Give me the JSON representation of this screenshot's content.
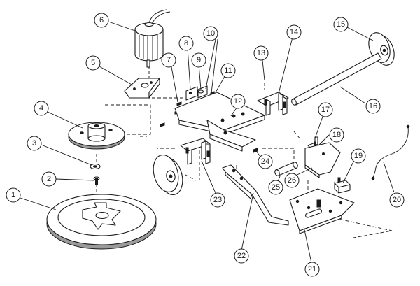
{
  "callouts": [
    {
      "id": "c1",
      "label": "1"
    },
    {
      "id": "c2",
      "label": "2"
    },
    {
      "id": "c3",
      "label": "3"
    },
    {
      "id": "c4",
      "label": "4"
    },
    {
      "id": "c5",
      "label": "5"
    },
    {
      "id": "c6",
      "label": "6"
    },
    {
      "id": "c7",
      "label": "7"
    },
    {
      "id": "c8",
      "label": "8"
    },
    {
      "id": "c9",
      "label": "9"
    },
    {
      "id": "c10",
      "label": "10"
    },
    {
      "id": "c11",
      "label": "11"
    },
    {
      "id": "c12",
      "label": "12"
    },
    {
      "id": "c13",
      "label": "13"
    },
    {
      "id": "c14",
      "label": "14"
    },
    {
      "id": "c15",
      "label": "15"
    },
    {
      "id": "c16",
      "label": "16"
    },
    {
      "id": "c17",
      "label": "17"
    },
    {
      "id": "c18",
      "label": "18"
    },
    {
      "id": "c19",
      "label": "19"
    },
    {
      "id": "c20",
      "label": "20"
    },
    {
      "id": "c21",
      "label": "21"
    },
    {
      "id": "c22",
      "label": "22"
    },
    {
      "id": "c23",
      "label": "23"
    },
    {
      "id": "c24",
      "label": "24"
    },
    {
      "id": "c25",
      "label": "25"
    },
    {
      "id": "c26",
      "label": "26"
    }
  ],
  "colors": {
    "ink": "#1a1a1a",
    "paper": "#ffffff",
    "shade": "#9a9a9a"
  }
}
